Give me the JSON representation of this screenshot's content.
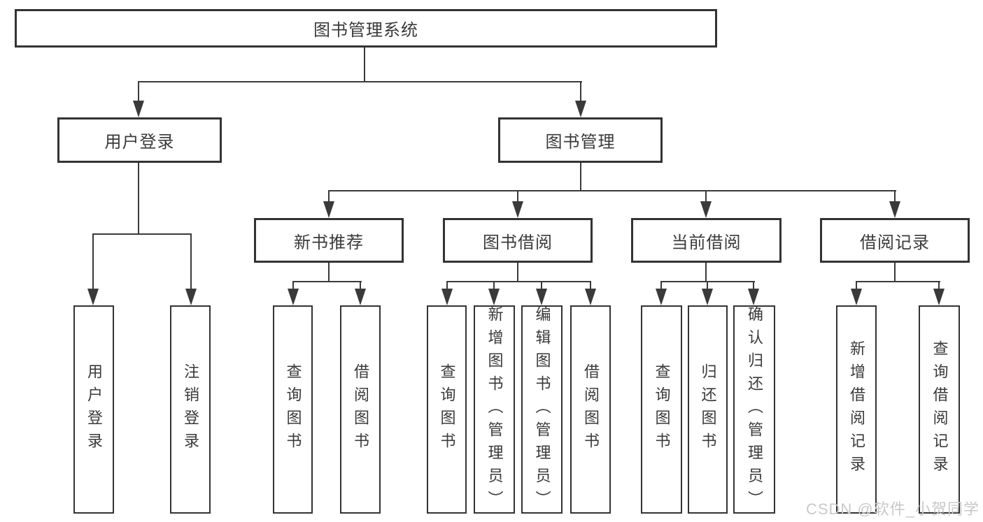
{
  "diagram": {
    "nodes": {
      "root": {
        "label": "图书管理系统"
      },
      "level2": [
        {
          "label": "用户登录"
        },
        {
          "label": "图书管理"
        }
      ],
      "level3": [
        {
          "label": "新书推荐"
        },
        {
          "label": "图书借阅"
        },
        {
          "label": "当前借阅"
        },
        {
          "label": "借阅记录"
        }
      ],
      "leaves": [
        {
          "label": "用户登录"
        },
        {
          "label": "注销登录"
        },
        {
          "label": "查询图书"
        },
        {
          "label": "借阅图书"
        },
        {
          "label": "查询图书"
        },
        {
          "label": "新增图书（管理员）"
        },
        {
          "label": "编辑图书（管理员）"
        },
        {
          "label": "借阅图书"
        },
        {
          "label": "查询图书"
        },
        {
          "label": "归还图书"
        },
        {
          "label": "确认归还（管理员）"
        },
        {
          "label": "新增借阅记录"
        },
        {
          "label": "查询借阅记录"
        }
      ]
    },
    "watermark": {
      "text": "CSDN @软件_小贺同学"
    },
    "colors": {
      "line": "#3a3a3a",
      "box_border": "#333333",
      "text": "#3a3a3a",
      "watermark": "#c9c9c9",
      "background": "#ffffff"
    }
  }
}
